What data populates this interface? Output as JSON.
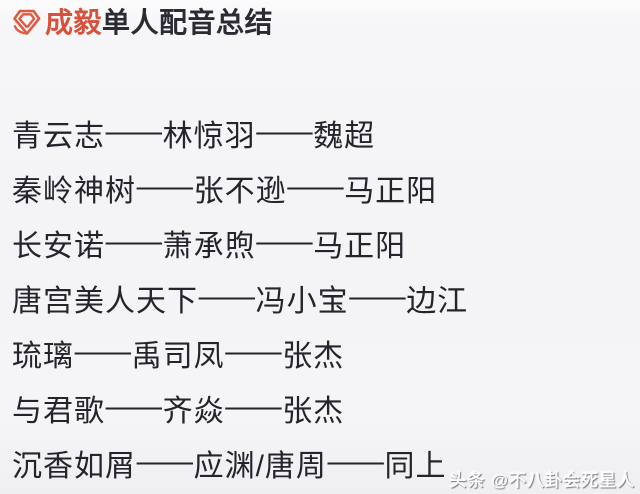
{
  "header": {
    "brand": "成毅",
    "title_rest": "单人配音总结",
    "icon": "gem-logo-icon",
    "brand_color": "#d6523c",
    "title_color": "#2b2b33"
  },
  "typography": {
    "dash": "——"
  },
  "list": {
    "rows": [
      {
        "show": "青云志",
        "role": "林惊羽",
        "actor": "魏超"
      },
      {
        "show": "秦岭神树",
        "role": "张不逊",
        "actor": "马正阳"
      },
      {
        "show": "长安诺",
        "role": "萧承煦",
        "actor": "马正阳"
      },
      {
        "show": "唐宫美人天下",
        "role": "冯小宝",
        "actor": "边江"
      },
      {
        "show": "琉璃",
        "role": "禹司凤",
        "actor": "张杰"
      },
      {
        "show": "与君歌",
        "role": "齐焱",
        "actor": "张杰"
      },
      {
        "show": "沉香如屑",
        "role": "应渊/唐周",
        "actor": "同上"
      }
    ]
  },
  "watermark": {
    "platform": "头条",
    "handle": "@不八卦会死星人"
  },
  "colors": {
    "background": "#f5f5f7",
    "body_text": "#24242c",
    "accent": "#d6523c"
  }
}
